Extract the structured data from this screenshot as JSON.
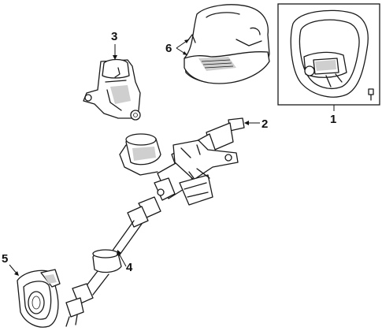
{
  "callouts": [
    {
      "id": "1",
      "part": "steering-wheel"
    },
    {
      "id": "2",
      "part": "steering-column-assembly"
    },
    {
      "id": "3",
      "part": "lock-cylinder-housing"
    },
    {
      "id": "4",
      "part": "intermediate-shaft"
    },
    {
      "id": "5",
      "part": "column-boot"
    },
    {
      "id": "6",
      "part": "column-covers"
    }
  ],
  "colors": {
    "line": "#1a1a1a",
    "shade": "#cfcfcf",
    "background": "#ffffff"
  }
}
